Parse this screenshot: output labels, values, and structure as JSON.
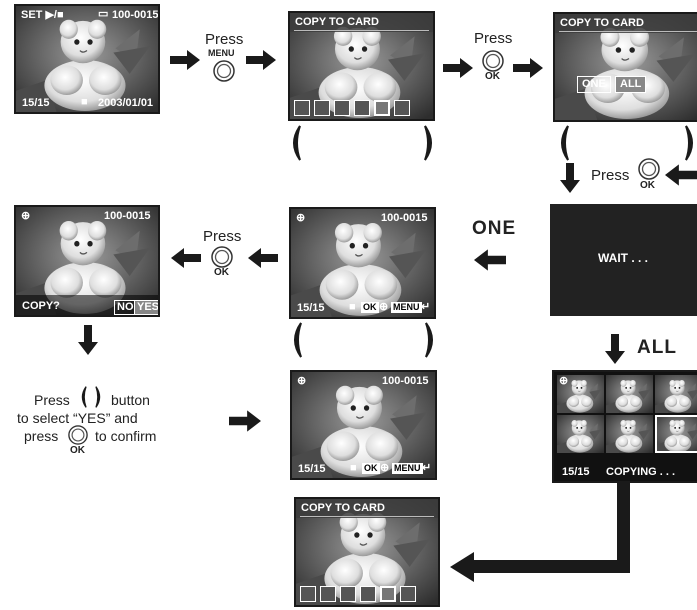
{
  "screens": {
    "s1": {
      "mode": "SET ▶/■",
      "file_no": "100-0015",
      "count": "15/15",
      "date": "2003/01/01"
    },
    "s2": {
      "title": "COPY TO CARD"
    },
    "s3": {
      "title": "COPY TO CARD",
      "opt_one": "ONE",
      "opt_all": "ALL"
    },
    "s4": {
      "wait": "WAIT . . ."
    },
    "s5": {
      "file_no": "100-0015",
      "count": "15/15",
      "ok": "OK",
      "menu": "MENU"
    },
    "s6": {
      "file_no": "100-0015",
      "prompt": "COPY?",
      "no": "NO",
      "yes": "YES"
    },
    "s7": {
      "count": "15/15",
      "status": "COPYING . . ."
    },
    "s8": {
      "file_no": "100-0015",
      "count": "15/15",
      "ok": "OK",
      "menu": "MENU"
    },
    "s9": {
      "title": "COPY TO CARD"
    }
  },
  "labels": {
    "press": "Press",
    "menu": "MENU",
    "ok": "OK",
    "one": "ONE",
    "all": "ALL",
    "instr_line1_a": "Press",
    "instr_line1_b": "button",
    "instr_line2": "to select “YES” and",
    "instr_line3_a": "press",
    "instr_line3_b": "to confirm"
  }
}
